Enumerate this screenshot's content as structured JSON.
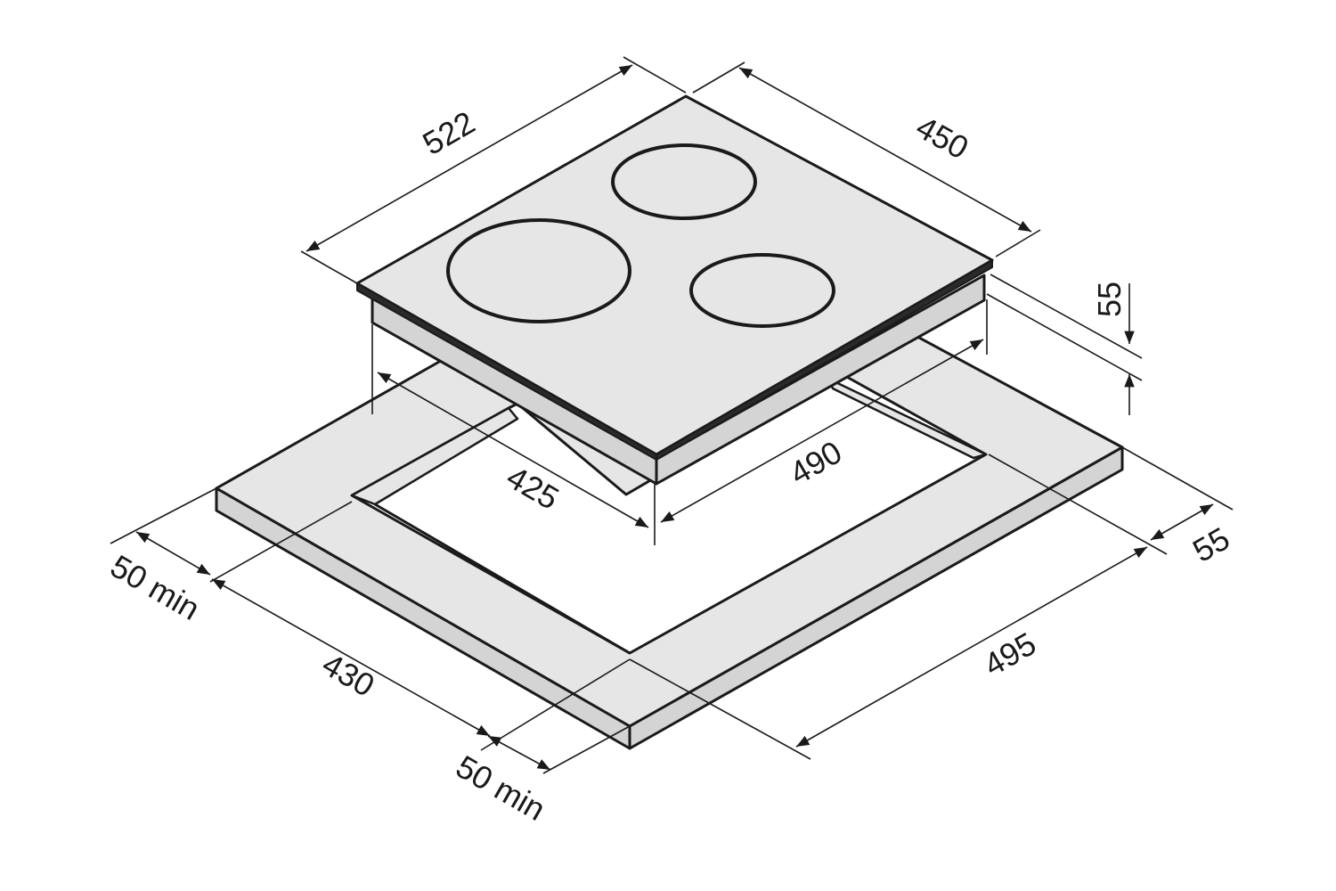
{
  "diagram": {
    "dimensions": {
      "hob_depth": "522",
      "hob_width": "450",
      "hob_height": "55",
      "cutout_depth": "425",
      "cutout_width": "490",
      "worktop_front_min": "50 min",
      "worktop_side_min": "50 min",
      "worktop_left_depth": "430",
      "worktop_right_width": "495",
      "worktop_edge": "55"
    },
    "colors": {
      "outline": "#1a1a1a",
      "surface": "#e6e6e6",
      "side": "#d4d4d4",
      "background": "#ffffff"
    }
  }
}
